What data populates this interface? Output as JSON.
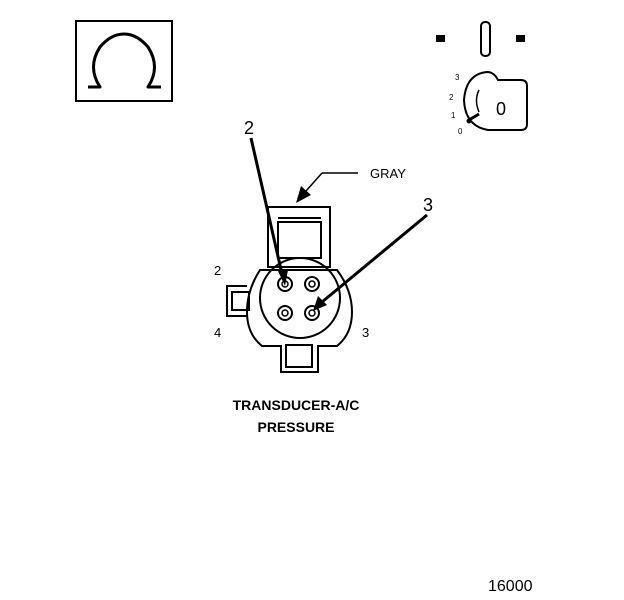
{
  "ohm_symbol": "Ω",
  "ignition_key": {
    "positions": [
      "3",
      "2",
      "1",
      "0"
    ],
    "key_label": "0"
  },
  "wire_color_label": "GRAY",
  "callouts": [
    "2",
    "3"
  ],
  "cavity_labels": {
    "left_top": "2",
    "left_bottom": "4",
    "right_bottom": "3"
  },
  "component_title": {
    "line1": "TRANSDUCER-A/C",
    "line2": "PRESSURE"
  },
  "figure_number": "16000",
  "icon_names": [
    "ohmmeter-icon",
    "ignition-switch-icon",
    "connector-icon"
  ]
}
